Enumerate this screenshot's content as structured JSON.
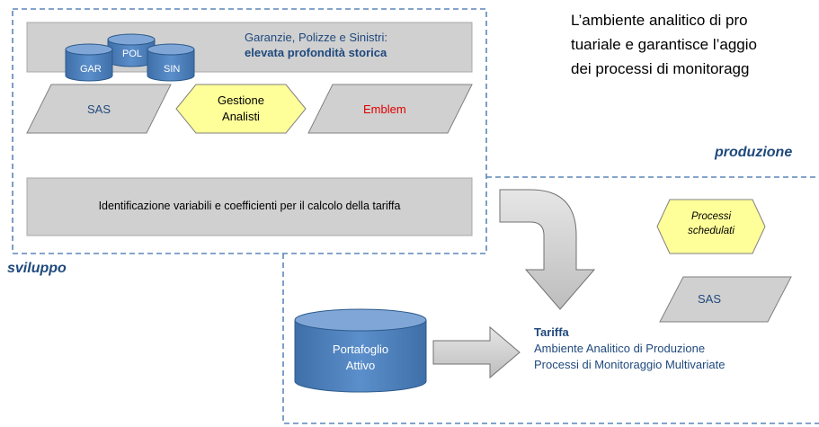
{
  "intro_text": {
    "line1": "L’ambiente analitico di pro",
    "line2": "tuariale e garantisce l’aggio",
    "line3": "dei processi di monitoragg"
  },
  "sections": {
    "sviluppo": "sviluppo",
    "produzione": "produzione"
  },
  "databases": {
    "gar": "GAR",
    "pol": "POL",
    "sin": "SIN",
    "caption_line1": "Garanzie, Polizze e Sinistri:",
    "caption_line2": "elevata profondità storica"
  },
  "tools_row": {
    "sas": "SAS",
    "gestione_line1": "Gestione",
    "gestione_line2": "Analisti",
    "emblem": "Emblem"
  },
  "identification_box": "Identificazione variabili e coefficienti per il calcolo della tariffa",
  "production": {
    "processi_line1": "Processi",
    "processi_line2": "schedulati",
    "sas": "SAS"
  },
  "portfolio": {
    "line1": "Portafoglio",
    "line2": "Attivo"
  },
  "tariffa": {
    "title": "Tariffa",
    "line1": "Ambiente Analitico di Produzione",
    "line2": "Processi di Monitoraggio Multivariate"
  },
  "colors": {
    "dashed_border": "#5b86b8",
    "panel_gray": "#d0d0d0",
    "db_blue": "#4f81bd",
    "hexagon_yellow": "#ffff99",
    "label_blue": "#1f497d",
    "emblem_red": "#e00000"
  }
}
